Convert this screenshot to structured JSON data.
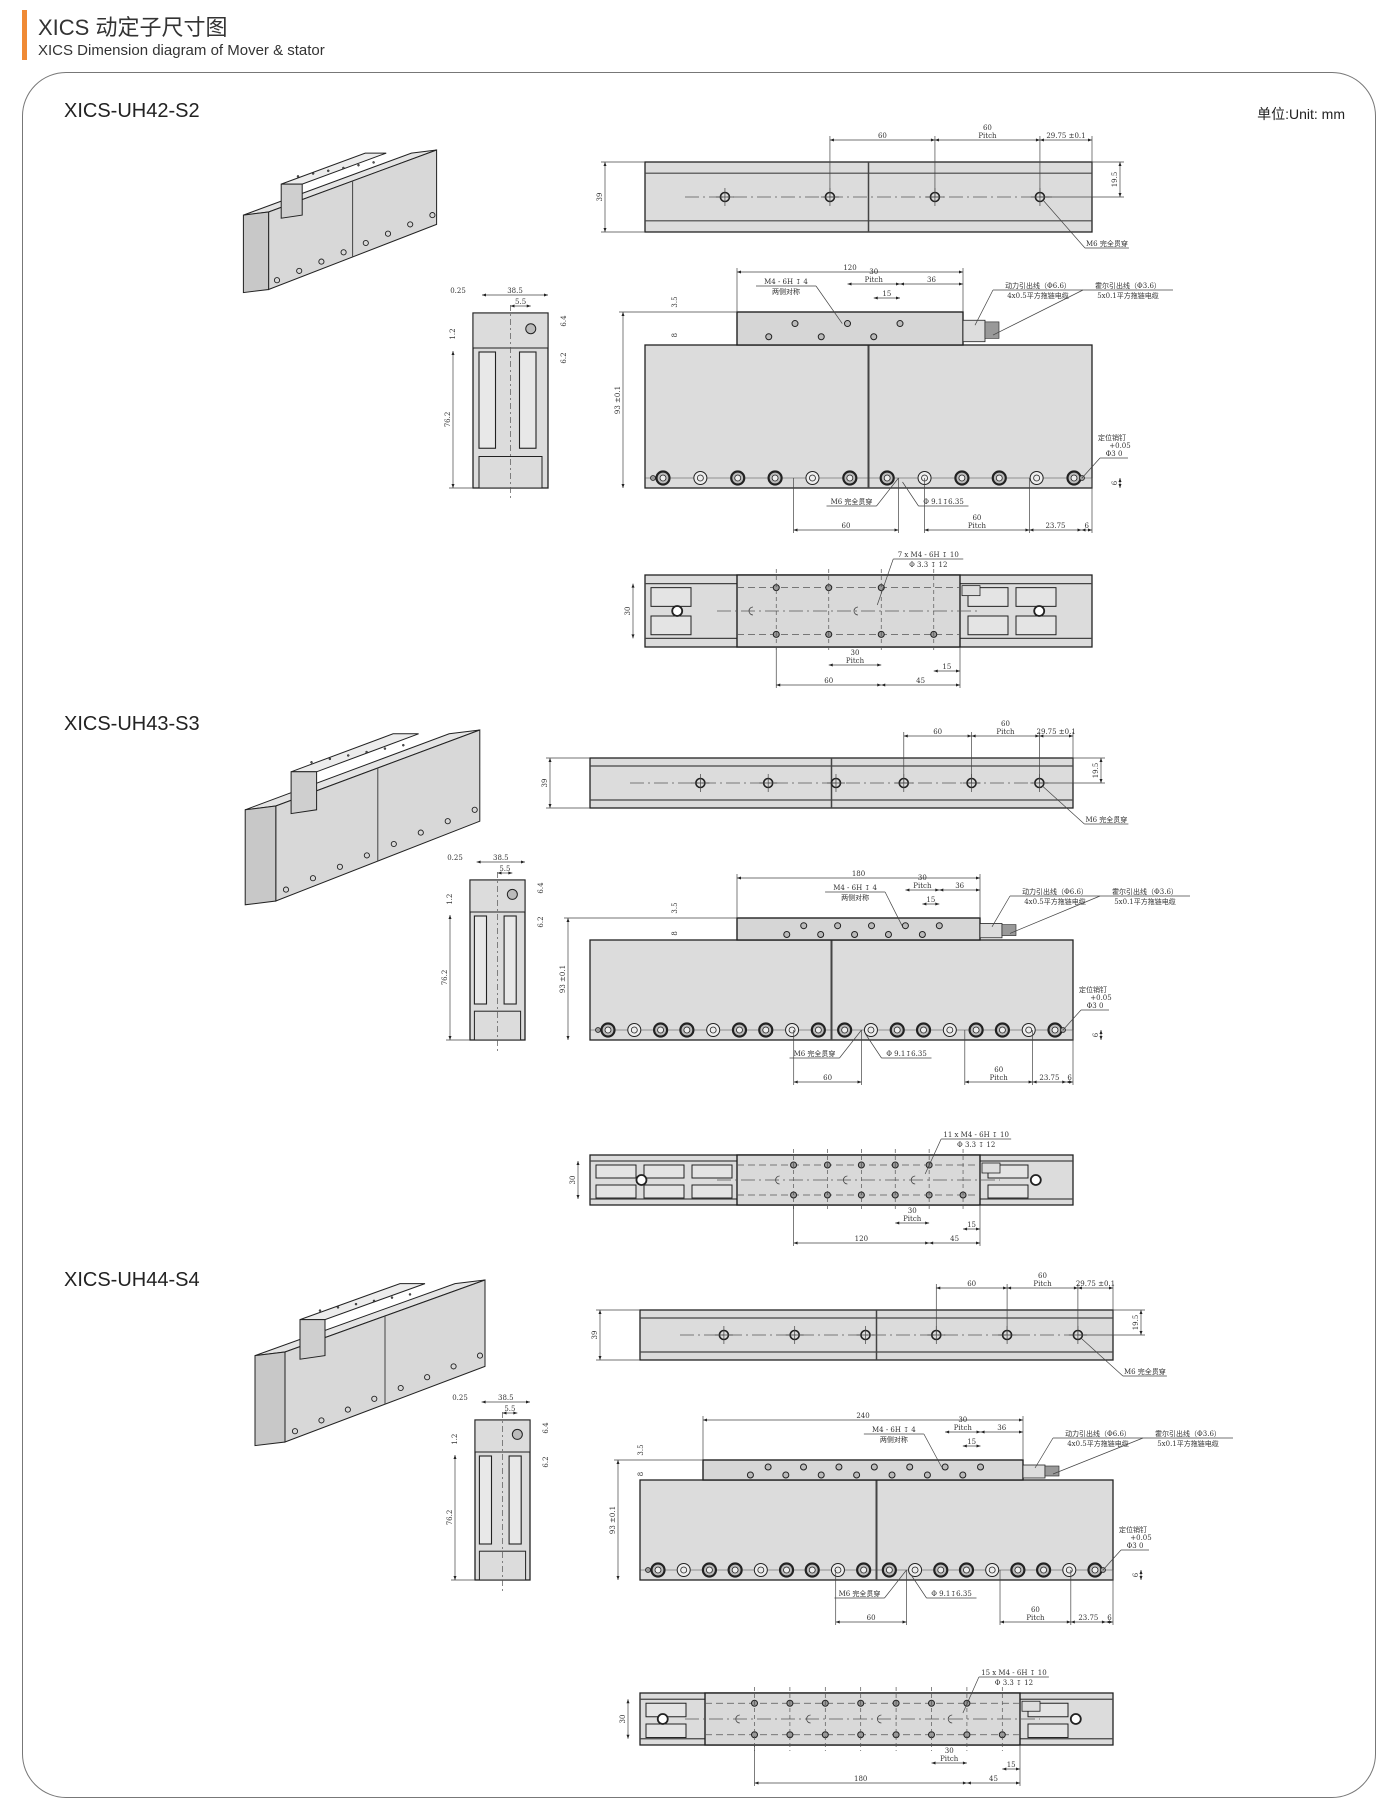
{
  "header": {
    "title": "XICS 动定子尺寸图",
    "subtitle": "XICS Dimension diagram of Mover & stator"
  },
  "unit": "单位:Unit: mm",
  "sections": [
    {
      "model": "XICS-UH42-S2",
      "top_view": {
        "spacing": "60",
        "pitch": "60",
        "pitch_label": "Pitch",
        "end_offset": "29.75 ±0.1",
        "height": "39",
        "center": "19.5",
        "hole_note": "M6 完全贯穿"
      },
      "side_view": {
        "gap": "0.25",
        "width": "38.5",
        "offset": "5.5",
        "d1": "6.4",
        "d2": "6.2",
        "d3": "1.2",
        "height": "76.2"
      },
      "front_view": {
        "mover_length": "120",
        "pitch": "30",
        "pitch_label": "Pitch",
        "end": "36",
        "half_pitch": "15",
        "d_top": "3.5",
        "d_row": "8",
        "height": "93 ±0.1",
        "tap_note": "M4 - 6H ↧ 4",
        "tap_note2": "两侧对称",
        "power_cable": "动力引出线（Φ6.6）",
        "power_spec": "4x0.5平方拖链电缆",
        "hall_cable": "霍尔引出线（Φ3.6）",
        "hall_spec": "5x0.1平方拖链电缆",
        "pin_label": "定位销钉",
        "pin_tol": "+0.05",
        "pin_dia": "Φ3  0",
        "m6_note": "M6 完全贯穿",
        "cbore_note": "Φ 9.1↧6.35",
        "bottom_spacing": "60",
        "bottom_pitch": "60",
        "bottom_pitch_label": "Pitch",
        "end_offset": "23.75",
        "pin_offset": "6",
        "pin_height": "6"
      },
      "bottom_view": {
        "width": "30",
        "hole_note": "7 x  M4 - 6H ↧ 10",
        "hole_note2": "Φ 3.3 ↧ 12",
        "pitch": "30",
        "pitch_label": "Pitch",
        "span": "60",
        "end": "45",
        "half_pitch": "15"
      }
    },
    {
      "model": "XICS-UH43-S3",
      "top_view": {
        "spacing": "60",
        "pitch": "60",
        "pitch_label": "Pitch",
        "end_offset": "29.75 ±0.1",
        "height": "39",
        "center": "19.5",
        "hole_note": "M6 完全贯穿"
      },
      "side_view": {
        "gap": "0.25",
        "width": "38.5",
        "offset": "5.5",
        "d1": "6.4",
        "d2": "6.2",
        "d3": "1.2",
        "height": "76.2"
      },
      "front_view": {
        "mover_length": "180",
        "pitch": "30",
        "pitch_label": "Pitch",
        "end": "36",
        "half_pitch": "15",
        "d_top": "3.5",
        "d_row": "8",
        "height": "93 ±0.1",
        "tap_note": "M4 - 6H ↧ 4",
        "tap_note2": "两侧对称",
        "power_cable": "动力引出线（Φ6.6）",
        "power_spec": "4x0.5平方拖链电缆",
        "hall_cable": "霍尔引出线（Φ3.6）",
        "hall_spec": "5x0.1平方拖链电缆",
        "pin_label": "定位销钉",
        "pin_tol": "+0.05",
        "pin_dia": "Φ3  0",
        "m6_note": "M6 完全贯穿",
        "cbore_note": "Φ 9.1↧6.35",
        "bottom_spacing": "60",
        "bottom_pitch": "60",
        "bottom_pitch_label": "Pitch",
        "end_offset": "23.75",
        "pin_offset": "6",
        "pin_height": "6"
      },
      "bottom_view": {
        "width": "30",
        "hole_note": "11 x  M4 - 6H ↧ 10",
        "hole_note2": "Φ 3.3 ↧ 12",
        "pitch": "30",
        "pitch_label": "Pitch",
        "span": "120",
        "end": "45",
        "half_pitch": "15"
      }
    },
    {
      "model": "XICS-UH44-S4",
      "top_view": {
        "spacing": "60",
        "pitch": "60",
        "pitch_label": "Pitch",
        "end_offset": "29.75 ±0.1",
        "height": "39",
        "center": "19.5",
        "hole_note": "M6 完全贯穿"
      },
      "side_view": {
        "gap": "0.25",
        "width": "38.5",
        "offset": "5.5",
        "d1": "6.4",
        "d2": "6.2",
        "d3": "1.2",
        "height": "76.2"
      },
      "front_view": {
        "mover_length": "240",
        "pitch": "30",
        "pitch_label": "Pitch",
        "end": "36",
        "half_pitch": "15",
        "d_top": "3.5",
        "d_row": "8",
        "height": "93 ±0.1",
        "tap_note": "M4 - 6H ↧ 4",
        "tap_note2": "两侧对称",
        "power_cable": "动力引出线（Φ6.6）",
        "power_spec": "4x0.5平方拖链电缆",
        "hall_cable": "霍尔引出线（Φ3.6）",
        "hall_spec": "5x0.1平方拖链电缆",
        "pin_label": "定位销钉",
        "pin_tol": "+0.05",
        "pin_dia": "Φ3  0",
        "m6_note": "M6 完全贯穿",
        "cbore_note": "Φ 9.1↧6.35",
        "bottom_spacing": "60",
        "bottom_pitch": "60",
        "bottom_pitch_label": "Pitch",
        "end_offset": "23.75",
        "pin_offset": "6",
        "pin_height": "6"
      },
      "bottom_view": {
        "width": "30",
        "hole_note": "15 x  M4 - 6H ↧ 10",
        "hole_note2": "Φ 3.3 ↧ 12",
        "pitch": "30",
        "pitch_label": "Pitch",
        "span": "180",
        "end": "45",
        "half_pitch": "15"
      }
    }
  ]
}
